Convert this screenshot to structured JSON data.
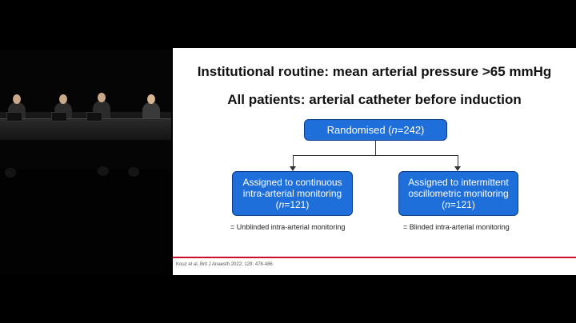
{
  "slide": {
    "title_line1": "Institutional routine: mean arterial pressure >65 mmHg",
    "title_line2": "All patients: arterial catheter before induction",
    "randomised": {
      "label": "Randomised (",
      "n_symbol": "n",
      "n_value": "=242)"
    },
    "left_arm": {
      "line1": "Assigned to continuous",
      "line2": "intra-arterial monitoring",
      "n_open": "(",
      "n_symbol": "n",
      "n_value": "=121)",
      "note": "= Unblinded intra-arterial monitoring"
    },
    "right_arm": {
      "line1": "Assigned to intermittent",
      "line2": "oscillometric monitoring",
      "n_open": "(",
      "n_symbol": "n",
      "n_value": "=121)",
      "note": "= Blinded intra-arterial monitoring"
    },
    "citation": "Kouz et al. Brit J Anaesth 2022; 129: 478-486",
    "colors": {
      "box": "#1e6fd9",
      "accent_bar": "#c8102e"
    }
  }
}
